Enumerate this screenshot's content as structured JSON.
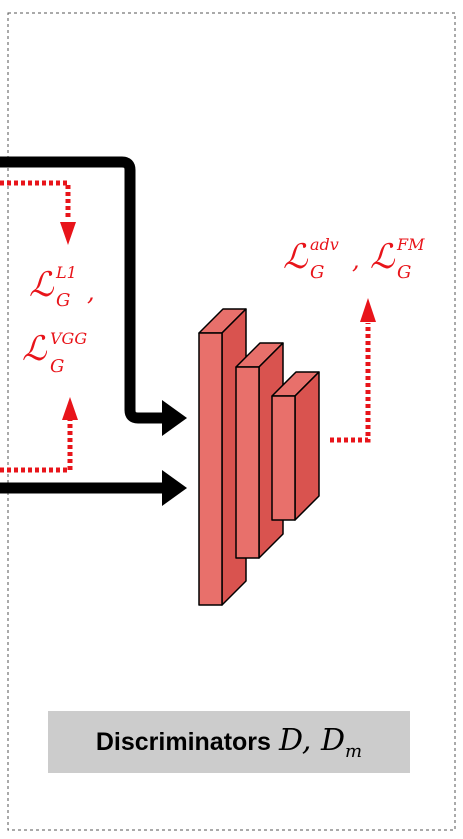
{
  "caption": {
    "label": "Discriminators",
    "math_main": "D, D",
    "math_sub": "m"
  },
  "losses": {
    "l1_main": "ℒ",
    "l1_sup": "L1",
    "l1_sub": "G",
    "l1_sep": ",",
    "vgg_main": "ℒ",
    "vgg_sup": "VGG",
    "vgg_sub": "G",
    "adv_main": "ℒ",
    "adv_sup": "adv",
    "adv_sub": "G",
    "adv_sep": ",",
    "fm_main": "ℒ",
    "fm_sup": "FM",
    "fm_sub": "G"
  },
  "colors": {
    "loss": "#e8141a",
    "block_front": "#e8706b",
    "block_side": "#d9534f",
    "caption_bg": "#cccccc",
    "arrow": "#000000"
  },
  "icons": {
    "solid_arrow": "arrow-right",
    "dotted_arrow": "arrow-dotted"
  }
}
